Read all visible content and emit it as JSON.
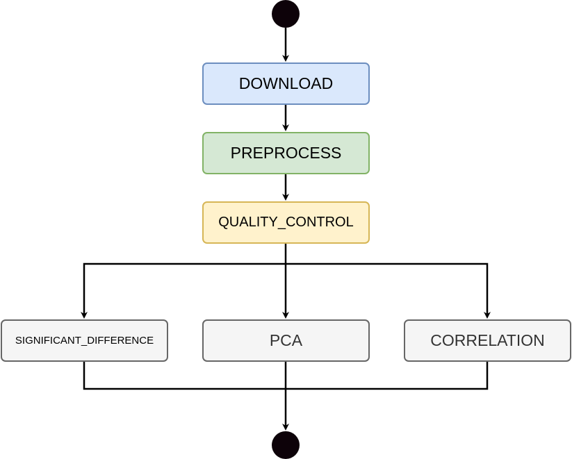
{
  "nodes": {
    "download": "DOWNLOAD",
    "preprocess": "PREPROCESS",
    "quality_control": "QUALITY_CONTROL",
    "significant_difference": "SIGNIFICANT_DIFFERENCE",
    "pca": "PCA",
    "correlation": "CORRELATION"
  },
  "colors": {
    "download_fill": "#dae8fc",
    "download_border": "#6c8ebf",
    "preprocess_fill": "#d5e8d4",
    "preprocess_border": "#82b366",
    "qc_fill": "#fff2cc",
    "qc_border": "#d6b656",
    "analysis_fill": "#f5f5f5",
    "analysis_border": "#666666",
    "terminal": "#0d0209"
  }
}
